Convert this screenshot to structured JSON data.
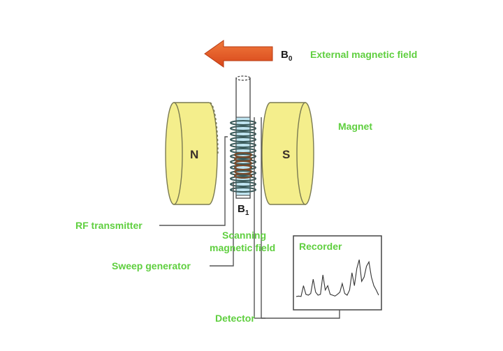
{
  "labels": {
    "external_field": "External magnetic field",
    "magnet": "Magnet",
    "rf_transmitter": "RF transmitter",
    "scanning_line1": "Scanning",
    "scanning_line2": "magnetic field",
    "sweep_generator": "Sweep generator",
    "recorder": "Recorder",
    "detector": "Detector"
  },
  "symbols": {
    "b0_main": "B",
    "b0_sub": "0",
    "b1_main": "B",
    "b1_sub": "1",
    "north": "N",
    "south": "S"
  },
  "colors": {
    "label_green": "#5fcf3f",
    "arrow_orange": "#e8541e",
    "magnet_yellow": "#f4ee8c",
    "magnet_outline": "#7a7a52",
    "tube_blue": "#bfe4f0"
  },
  "spectrum": [
    0.05,
    0.06,
    0.05,
    0.3,
    0.1,
    0.08,
    0.12,
    0.45,
    0.15,
    0.08,
    0.1,
    0.55,
    0.2,
    0.3,
    0.1,
    0.08,
    0.06,
    0.1,
    0.15,
    0.35,
    0.12,
    0.08,
    0.2,
    0.6,
    0.3,
    0.7,
    0.9,
    0.4,
    0.5,
    0.75,
    0.85,
    0.5,
    0.3,
    0.2,
    0.08
  ]
}
